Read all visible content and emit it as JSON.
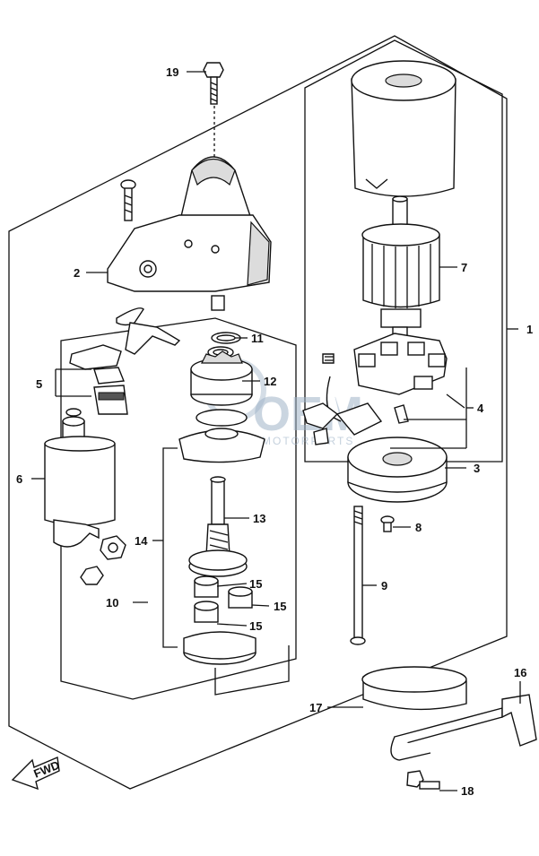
{
  "diagram": {
    "callouts": [
      "1",
      "2",
      "3",
      "4",
      "5",
      "6",
      "7",
      "8",
      "9",
      "10",
      "11",
      "12",
      "13",
      "14",
      "15",
      "16",
      "17",
      "18",
      "19"
    ],
    "labels": {
      "l1": "1",
      "l2": "2",
      "l3": "3",
      "l4": "4",
      "l5": "5",
      "l6": "6",
      "l7": "7",
      "l8": "8",
      "l9": "9",
      "l10": "10",
      "l11": "11",
      "l12": "12",
      "l13": "13",
      "l14": "14",
      "l15a": "15",
      "l15b": "15",
      "l15c": "15",
      "l16": "16",
      "l17": "17",
      "l18": "18",
      "l19": "19"
    },
    "fwd_label": "FWD",
    "watermark": {
      "main": "OEM",
      "sub": "MOTORPARTS"
    },
    "colors": {
      "line": "#111111",
      "background": "#ffffff",
      "watermark": "#9fb3c8"
    }
  }
}
